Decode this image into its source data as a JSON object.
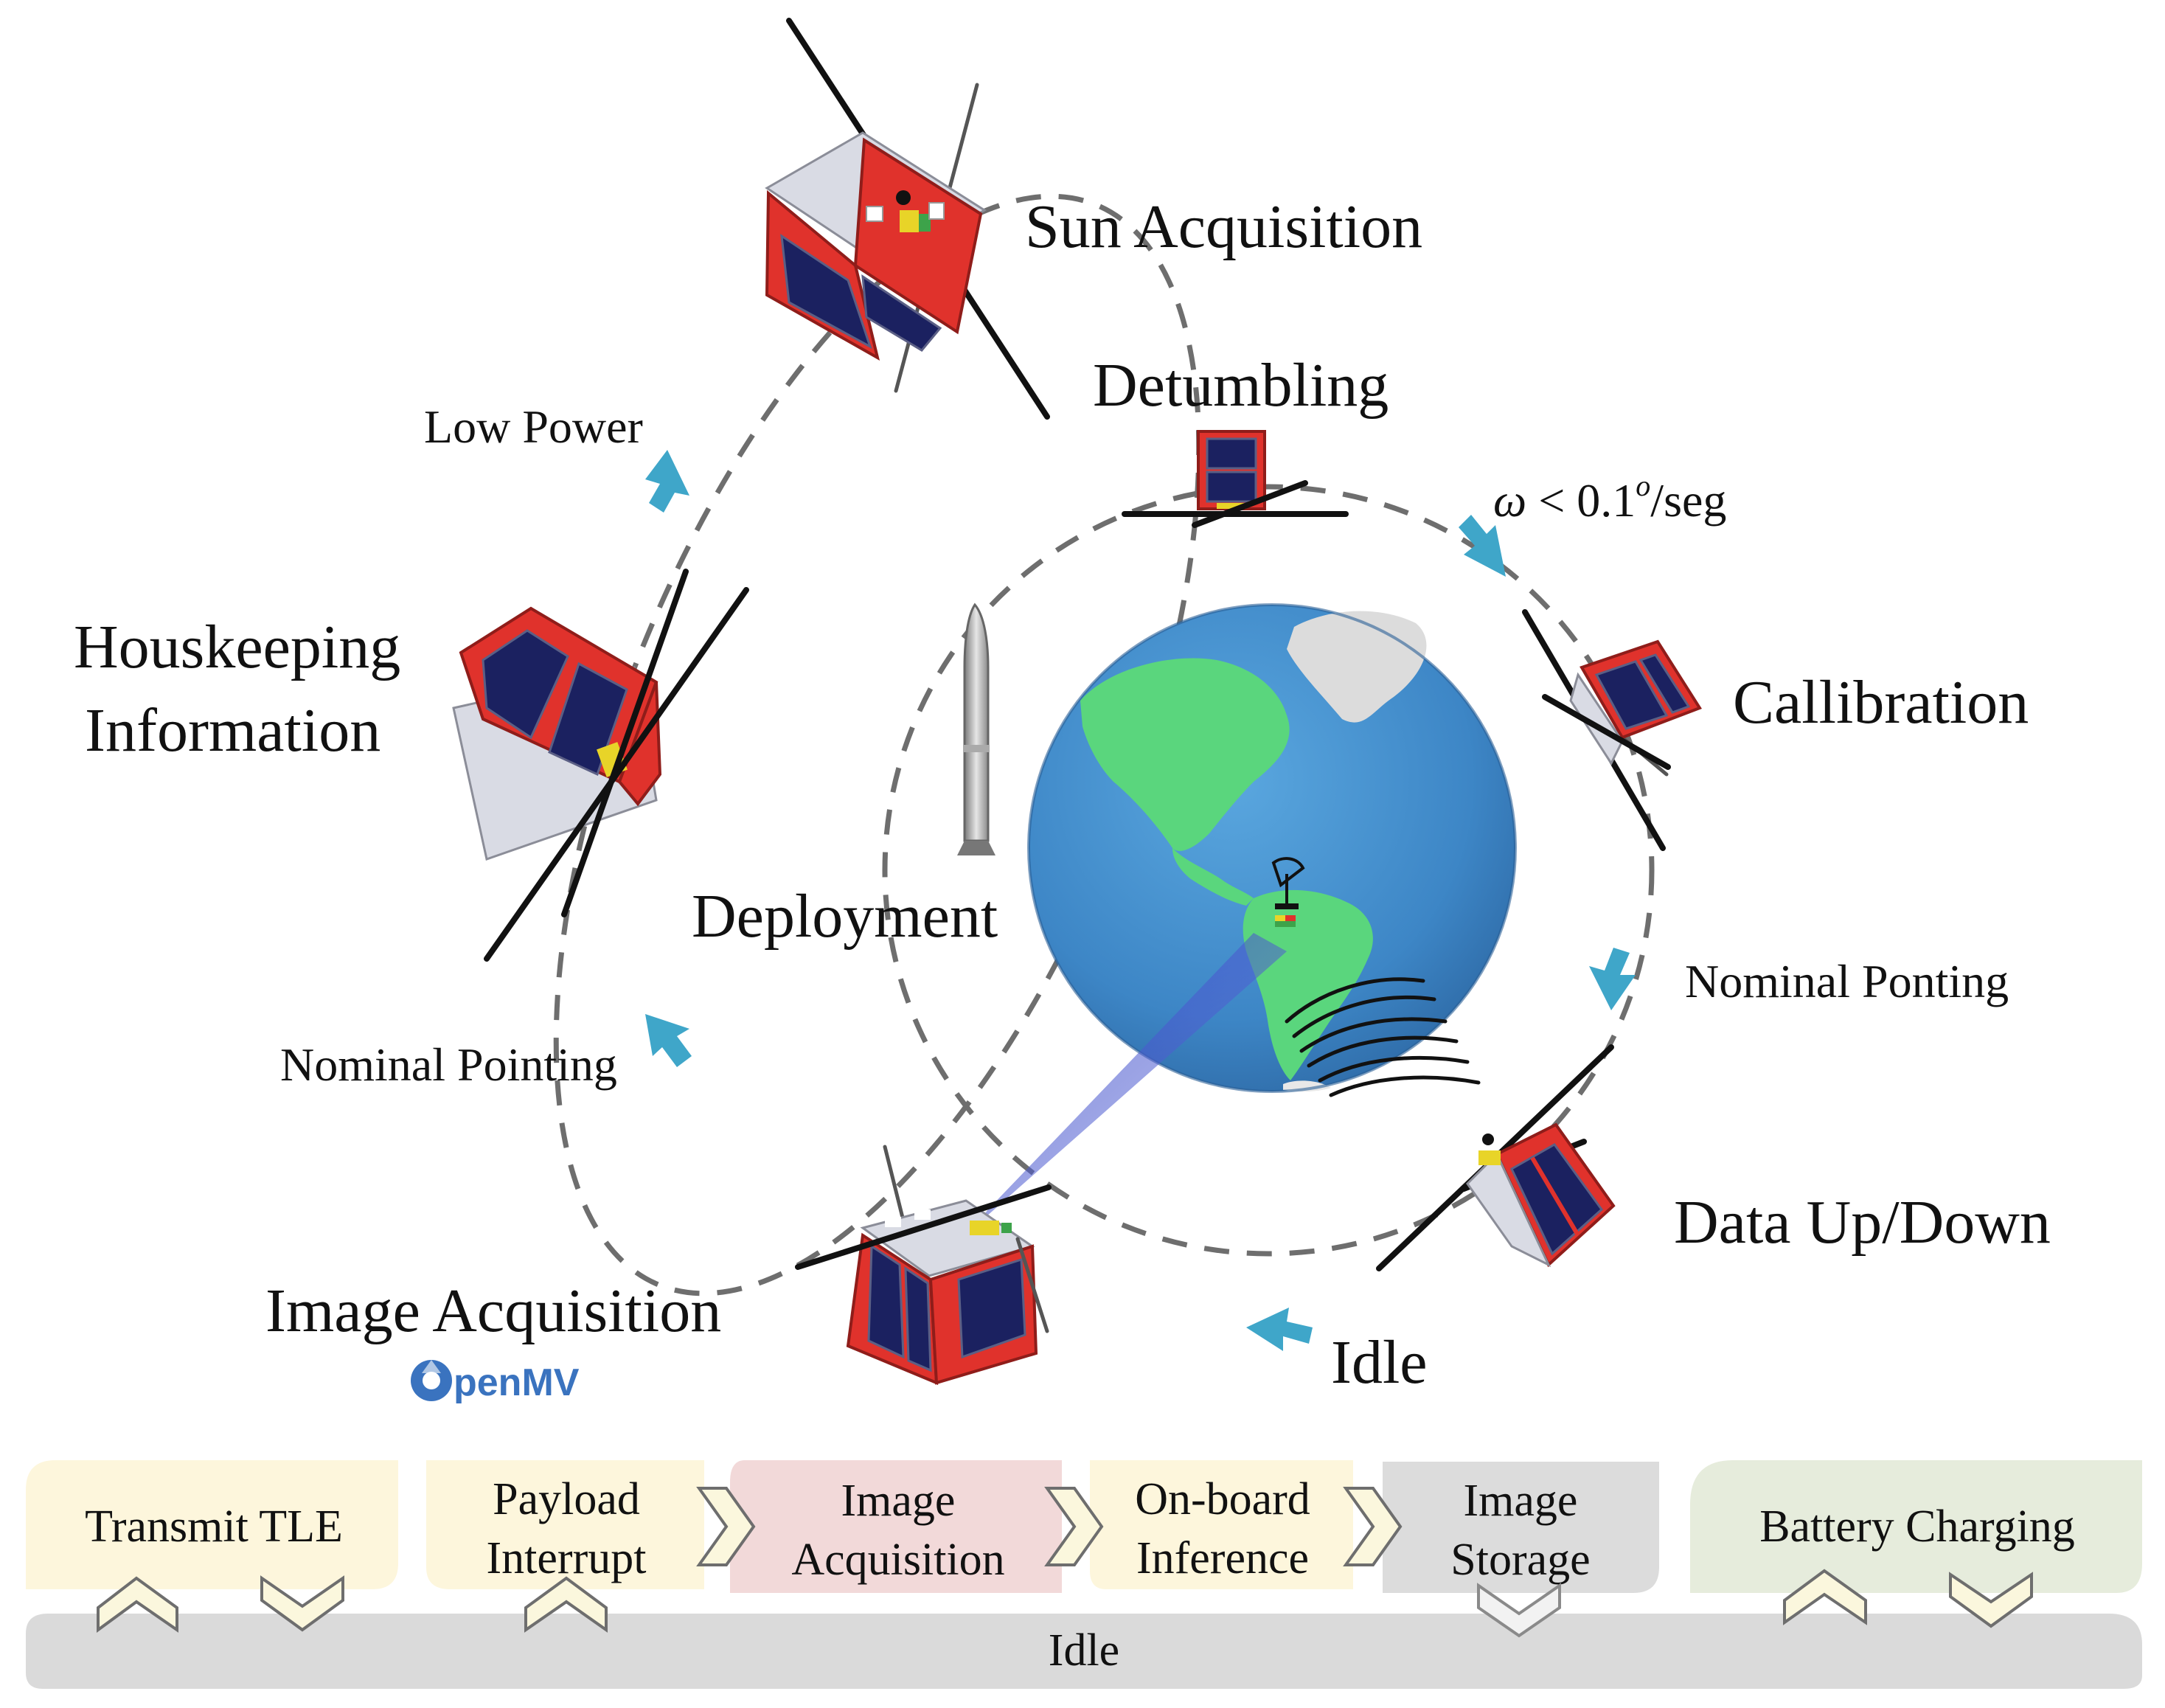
{
  "states": {
    "sun_acquisition": "Sun Acquisition",
    "detumbling": "Detumbling",
    "calibration": "Callibration",
    "housekeeping_line1": "Houskeeping",
    "housekeeping_line2": "Information",
    "deployment": "Deployment",
    "data_updown": "Data Up/Down",
    "image_acquisition": "Image Acquisition"
  },
  "transitions": {
    "low_power": "Low Power",
    "omega_symbol": "ω",
    "omega_rest": " < 0.1",
    "omega_sup": "o",
    "omega_unit": "/seg",
    "nominal_ponting": "Nominal Ponting",
    "nominal_pointing": "Nominal Pointing",
    "idle": "Idle"
  },
  "logo": {
    "text": "penMV"
  },
  "timeline": {
    "transmit_tle": "Transmit TLE",
    "payload_interrupt_1": "Payload",
    "payload_interrupt_2": "Interrupt",
    "image_acquisition_1": "Image",
    "image_acquisition_2": "Acquisition",
    "onboard_inference_1": "On-board",
    "onboard_inference_2": "Inference",
    "image_storage_1": "Image",
    "image_storage_2": "Storage",
    "battery_charging": "Battery Charging",
    "idle_bar": "Idle"
  },
  "colors": {
    "arrow_blue": "#3fa6c9",
    "cubesat_red": "#e0322c",
    "solar_panel": "#1b2160",
    "ocean": "#3d86c6",
    "land": "#5ad67d",
    "box_yellow": "#fdf6dc",
    "box_pink": "#f2d9d9",
    "box_grey": "#dcdcdc",
    "box_green": "#e6ecdc",
    "idle_bar": "#dadada"
  }
}
